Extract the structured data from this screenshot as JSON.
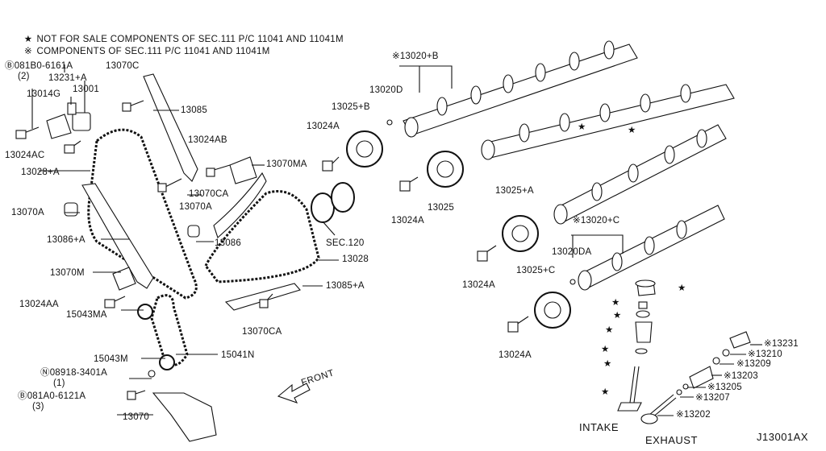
{
  "notes": [
    {
      "symbol": "★",
      "text": "NOT FOR SALE COMPONENTS OF SEC.111 P/C 11041 AND 11041M"
    },
    {
      "symbol": "※",
      "text": "COMPONENTS OF SEC.111 P/C 11041 AND 11041M"
    }
  ],
  "labels": {
    "p081B0_6161A": "Ⓑ081B0-6161A",
    "p081B0_6161A_qty": "(2)",
    "p13070C": "13070C",
    "p13231A": "13231+A",
    "p13014G": "13014G",
    "p13001": "13001",
    "p13085": "13085",
    "p13024AC": "13024AC",
    "p13028A": "13028+A",
    "p13024AB": "13024AB",
    "p13070MA": "13070MA",
    "p13070CA_top": "13070CA",
    "p13070A_mid": "13070A",
    "p13070A_left": "13070A",
    "p13086A": "13086+A",
    "p13086": "13086",
    "p13028": "13028",
    "pSEC120": "SEC.120",
    "p13070M": "13070M",
    "p13024AA": "13024AA",
    "p15043MA": "15043MA",
    "p13085A": "13085+A",
    "p13070CA_bot": "13070CA",
    "p15043M": "15043M",
    "p15041N": "15041N",
    "p08918": "Ⓝ08918-3401A",
    "p08918_qty": "(1)",
    "p081A0": "Ⓑ081A0-6121A",
    "p081A0_qty": "(3)",
    "p13070": "13070",
    "front": "FRONT",
    "p13020B": "※13020+B",
    "p13020D": "13020D",
    "p13025B": "13025+B",
    "p13024A_1": "13024A",
    "p13024A_2": "13024A",
    "p13025": "13025",
    "p13025A": "13025+A",
    "p13020C": "※13020+C",
    "p13020DA": "13020DA",
    "p13024A_3": "13024A",
    "p13025C": "13025+C",
    "p13024A_4": "13024A",
    "p13231": "※13231",
    "p13210": "※13210",
    "p13209": "※13209",
    "p13203": "※13203",
    "p13205": "※13205",
    "p13207": "※13207",
    "p13202": "※13202",
    "intake": "INTAKE",
    "exhaust": "EXHAUST",
    "diagram_id": "J13001AX"
  },
  "star_symbol": "★",
  "colors": {
    "ink": "#111111",
    "background": "#ffffff"
  }
}
